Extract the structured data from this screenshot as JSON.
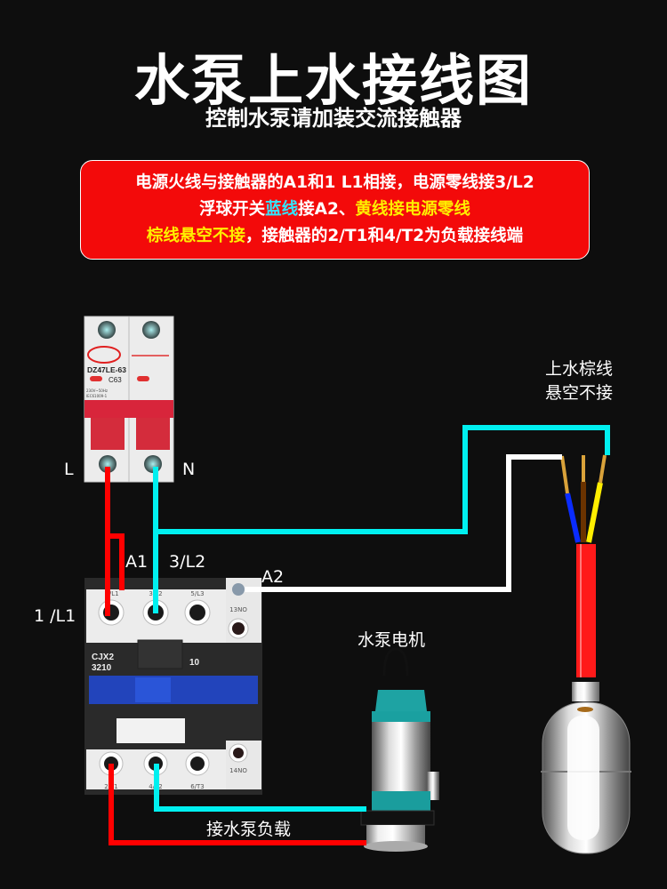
{
  "header": {
    "title": "水泵上水接线图",
    "subtitle": "控制水泵请加装交流接触器"
  },
  "notice": {
    "line1": "电源火线与接触器的A1和1 L1相接，电源零线接3/L2",
    "line2_a": "浮球开关",
    "line2_b": "蓝线",
    "line2_c": "接A2、",
    "line2_d": "黄线接电源零线",
    "line3_a": "棕线悬空不接",
    "line3_b": "，接触器的2/T1和4/T2为负载接线端",
    "colors": {
      "background": "#f30a0a",
      "highlight_cyan": "#33e6ff",
      "highlight_yellow": "#ffee00"
    }
  },
  "labels": {
    "L": "L",
    "N": "N",
    "A1": "A1",
    "L2": "3/L2",
    "A2": "A2",
    "L1": "1 /L1",
    "pump": "水泵电机",
    "brown_line1": "上水棕线",
    "brown_line2": "悬空不接",
    "load": "接水泵负载"
  },
  "breaker": {
    "brand_model": "DZ47LE-63",
    "rating": "C63",
    "spec1": "230V~50Hz",
    "spec2": "IEC61009-1"
  },
  "contactor": {
    "model_line1": "CJX2",
    "model_line2": "3210",
    "code": "10",
    "top_terminals": [
      "1/L1",
      "3/L2",
      "5/L3",
      "13NO"
    ],
    "bottom_terminals": [
      "2/T1",
      "4/T2",
      "6/T3",
      "14NO"
    ]
  },
  "wires": {
    "live": "#ff0000",
    "neutral": "#00f0f0",
    "control": "#ffffff",
    "float_blue": "#0a2cff",
    "float_brown": "#6b3300",
    "float_yellow": "#ffee00",
    "float_cable": "#ff1a1a"
  }
}
